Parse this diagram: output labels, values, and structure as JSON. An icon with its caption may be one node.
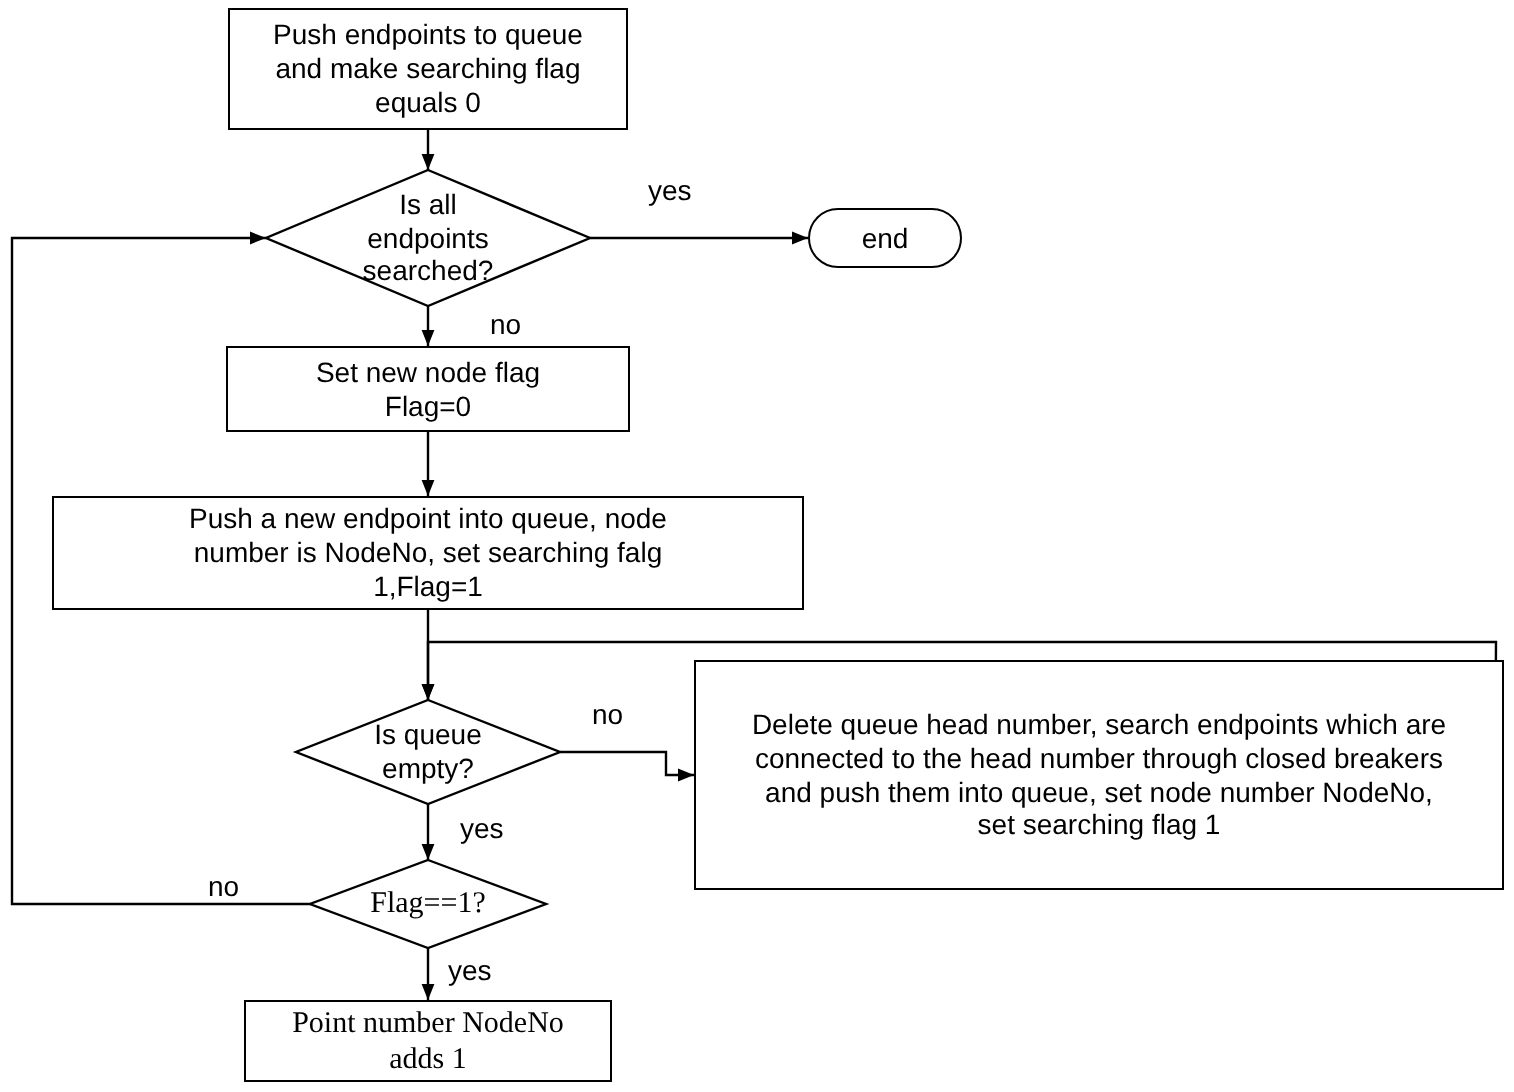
{
  "diagram": {
    "nodes": [
      {
        "text": [
          "Push endpoints to queue and make searching flag equals 0"
        ]
      },
      {
        "text": [
          "Is all endpoints searched?"
        ]
      },
      {
        "text": [
          "end"
        ]
      },
      {
        "text": [
          "Set new node flag Flag=0"
        ]
      },
      {
        "text": [
          "Push a new endpoint into queue, node number is NodeNo, set searching falg 1,Flag=1"
        ]
      },
      {
        "text": [
          "Is queue empty?"
        ]
      },
      {
        "text": [
          "Delete queue head number, search endpoints which are connected to the head number through closed breakers and push them into queue, set node number NodeNo, set searching flag 1"
        ]
      },
      {
        "text": [
          "Flag==1?"
        ]
      },
      {
        "text": [
          "Point number NodeNo adds 1"
        ]
      }
    ],
    "edges": [
      {
        "from": 0,
        "to": 1,
        "arrow": "to"
      },
      {
        "from": 1,
        "to": 2,
        "arrow": "to",
        "label": "yes"
      },
      {
        "from": 1,
        "to": 3,
        "arrow": "to",
        "label": "no"
      },
      {
        "from": 3,
        "to": 4,
        "arrow": "to"
      },
      {
        "from": 4,
        "to": 5,
        "arrow": "to"
      },
      {
        "from": 5,
        "to": 6,
        "arrow": "to",
        "label": "no"
      },
      {
        "from": 5,
        "to": 7,
        "arrow": "to",
        "label": "yes"
      },
      {
        "from": 7,
        "to": 1,
        "arrow": "to",
        "label": "no"
      },
      {
        "from": 7,
        "to": 8,
        "arrow": "to",
        "label": "yes"
      },
      {
        "from": 6,
        "to": 5,
        "arrow": "to"
      }
    ]
  }
}
